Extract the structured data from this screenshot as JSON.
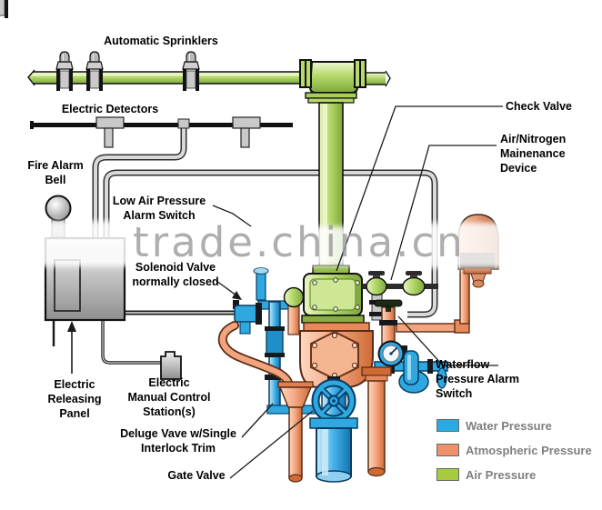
{
  "watermark": "trade.china.cn",
  "labels": {
    "automatic_sprinklers": "Automatic Sprinklers",
    "electric_detectors": "Electric Detectors",
    "fire_alarm_bell": "Fire Alarm\nBell",
    "low_air": "Low Air Pressure\nAlarm Switch",
    "check_valve": "Check Valve",
    "air_nitrogen": "Air/Nitrogen\nMainenance\nDevice",
    "solenoid": "Solenoid Valve\nnormally closed",
    "releasing_panel": "Electric\nReleasing\nPanel",
    "manual_station": "Electric\nManual Control\nStation(s)",
    "deluge": "Deluge Vave w/Single\nInterlock Trim",
    "gate_valve": "Gate Valve",
    "waterflow": "Waterflow\nPressure Alarm\nSwitch"
  },
  "legend": {
    "items": [
      {
        "label": "Water Pressure",
        "color": "#29abe2"
      },
      {
        "label": "Atmospheric Pressure",
        "color": "#f0906b"
      },
      {
        "label": "Air Pressure",
        "color": "#a7cb3d"
      }
    ]
  },
  "colors": {
    "air_pipe": "#b5d96a",
    "water_pipe": "#29abe2",
    "atmospheric_pipe": "#f2a47e",
    "conduit": "#d9d9d9",
    "legend_text": "#7f7f7f"
  }
}
